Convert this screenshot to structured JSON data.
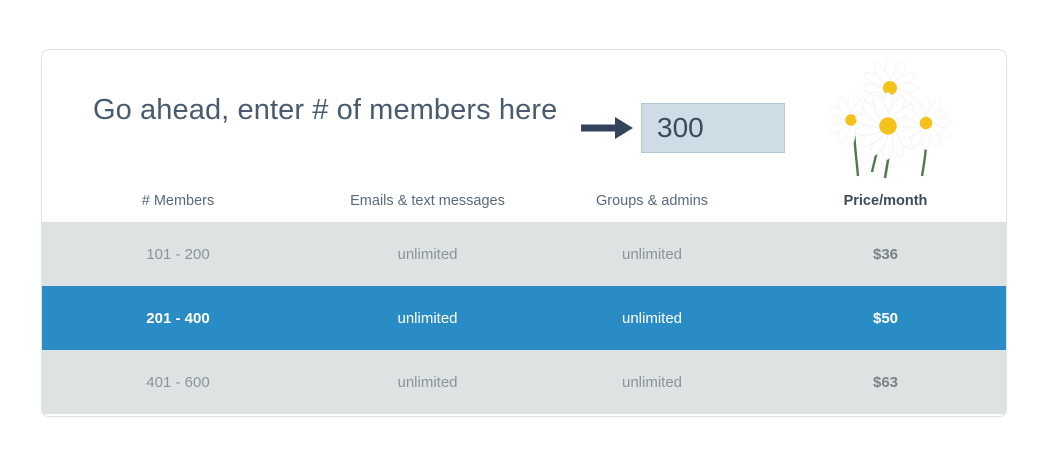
{
  "card": {
    "prompt": "Go ahead, enter # of members here",
    "arrow_icon": "arrow-right-icon",
    "members_input": {
      "value": "300",
      "placeholder": "# of members"
    },
    "decoration_icon": "daisy-flowers-image"
  },
  "table": {
    "columns": [
      "# Members",
      "Emails & text messages",
      "Groups & admins",
      "Price/month"
    ],
    "rows": [
      {
        "members": "101 - 200",
        "emails": "unlimited",
        "groups": "unlimited",
        "price": "$36",
        "selected": false
      },
      {
        "members": "201 - 400",
        "emails": "unlimited",
        "groups": "unlimited",
        "price": "$50",
        "selected": true
      },
      {
        "members": "401 - 600",
        "emails": "unlimited",
        "groups": "unlimited",
        "price": "$63",
        "selected": false
      }
    ]
  },
  "colors": {
    "highlight": "#2a8cc5",
    "row": "#dde3e3",
    "input_fill": "#cedce5",
    "heading_text": "#4a5b6e",
    "arrow": "#33445a"
  }
}
